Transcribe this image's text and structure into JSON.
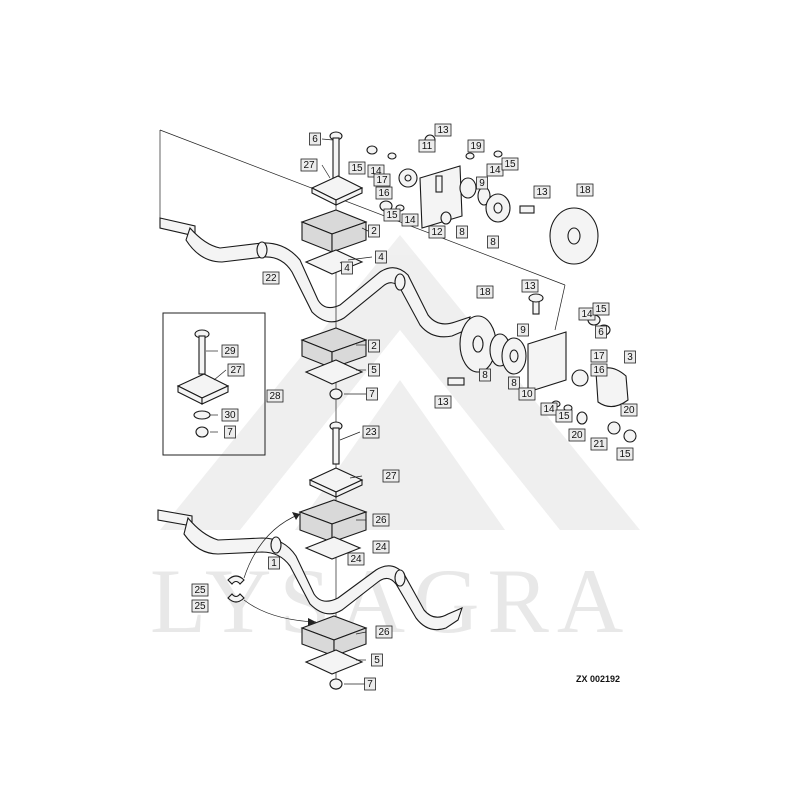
{
  "watermark": {
    "text": "LYSAGRA"
  },
  "drawing_code": "ZX 002192",
  "callouts": [
    {
      "id": "c6",
      "text": "6"
    },
    {
      "id": "c27a",
      "text": "27"
    },
    {
      "id": "c2a",
      "text": "2"
    },
    {
      "id": "c4a",
      "text": "4"
    },
    {
      "id": "c4b",
      "text": "4"
    },
    {
      "id": "c22",
      "text": "22"
    },
    {
      "id": "c2b",
      "text": "2"
    },
    {
      "id": "c5a",
      "text": "5"
    },
    {
      "id": "c7a",
      "text": "7"
    },
    {
      "id": "c29",
      "text": "29"
    },
    {
      "id": "c27b",
      "text": "27"
    },
    {
      "id": "c28",
      "text": "28"
    },
    {
      "id": "c30",
      "text": "30"
    },
    {
      "id": "c7b",
      "text": "7"
    },
    {
      "id": "c23",
      "text": "23"
    },
    {
      "id": "c27c",
      "text": "27"
    },
    {
      "id": "c26a",
      "text": "26"
    },
    {
      "id": "c24a",
      "text": "24"
    },
    {
      "id": "c24b",
      "text": "24"
    },
    {
      "id": "c1",
      "text": "1"
    },
    {
      "id": "c25a",
      "text": "25"
    },
    {
      "id": "c25b",
      "text": "25"
    },
    {
      "id": "c26b",
      "text": "26"
    },
    {
      "id": "c5b",
      "text": "5"
    },
    {
      "id": "c7c",
      "text": "7"
    },
    {
      "id": "c13a",
      "text": "13"
    },
    {
      "id": "c11",
      "text": "11"
    },
    {
      "id": "c19",
      "text": "19"
    },
    {
      "id": "c15a",
      "text": "15"
    },
    {
      "id": "c14a",
      "text": "14"
    },
    {
      "id": "c17a",
      "text": "17"
    },
    {
      "id": "c14b",
      "text": "14"
    },
    {
      "id": "c15b",
      "text": "15"
    },
    {
      "id": "c16a",
      "text": "16"
    },
    {
      "id": "c9a",
      "text": "9"
    },
    {
      "id": "c13b",
      "text": "13"
    },
    {
      "id": "c18a",
      "text": "18"
    },
    {
      "id": "c15c",
      "text": "15"
    },
    {
      "id": "c14c",
      "text": "14"
    },
    {
      "id": "c12",
      "text": "12"
    },
    {
      "id": "c8a",
      "text": "8"
    },
    {
      "id": "c8b",
      "text": "8"
    },
    {
      "id": "c18b",
      "text": "18"
    },
    {
      "id": "c13c",
      "text": "13"
    },
    {
      "id": "c14d",
      "text": "14"
    },
    {
      "id": "c15d",
      "text": "15"
    },
    {
      "id": "c9b",
      "text": "9"
    },
    {
      "id": "c6b",
      "text": "6"
    },
    {
      "id": "c17b",
      "text": "17"
    },
    {
      "id": "c3",
      "text": "3"
    },
    {
      "id": "c16b",
      "text": "16"
    },
    {
      "id": "c8c",
      "text": "8"
    },
    {
      "id": "c8d",
      "text": "8"
    },
    {
      "id": "c10",
      "text": "10"
    },
    {
      "id": "c13d",
      "text": "13"
    },
    {
      "id": "c14e",
      "text": "14"
    },
    {
      "id": "c15e",
      "text": "15"
    },
    {
      "id": "c20a",
      "text": "20"
    },
    {
      "id": "c20b",
      "text": "20"
    },
    {
      "id": "c21",
      "text": "21"
    },
    {
      "id": "c15f",
      "text": "15"
    }
  ]
}
